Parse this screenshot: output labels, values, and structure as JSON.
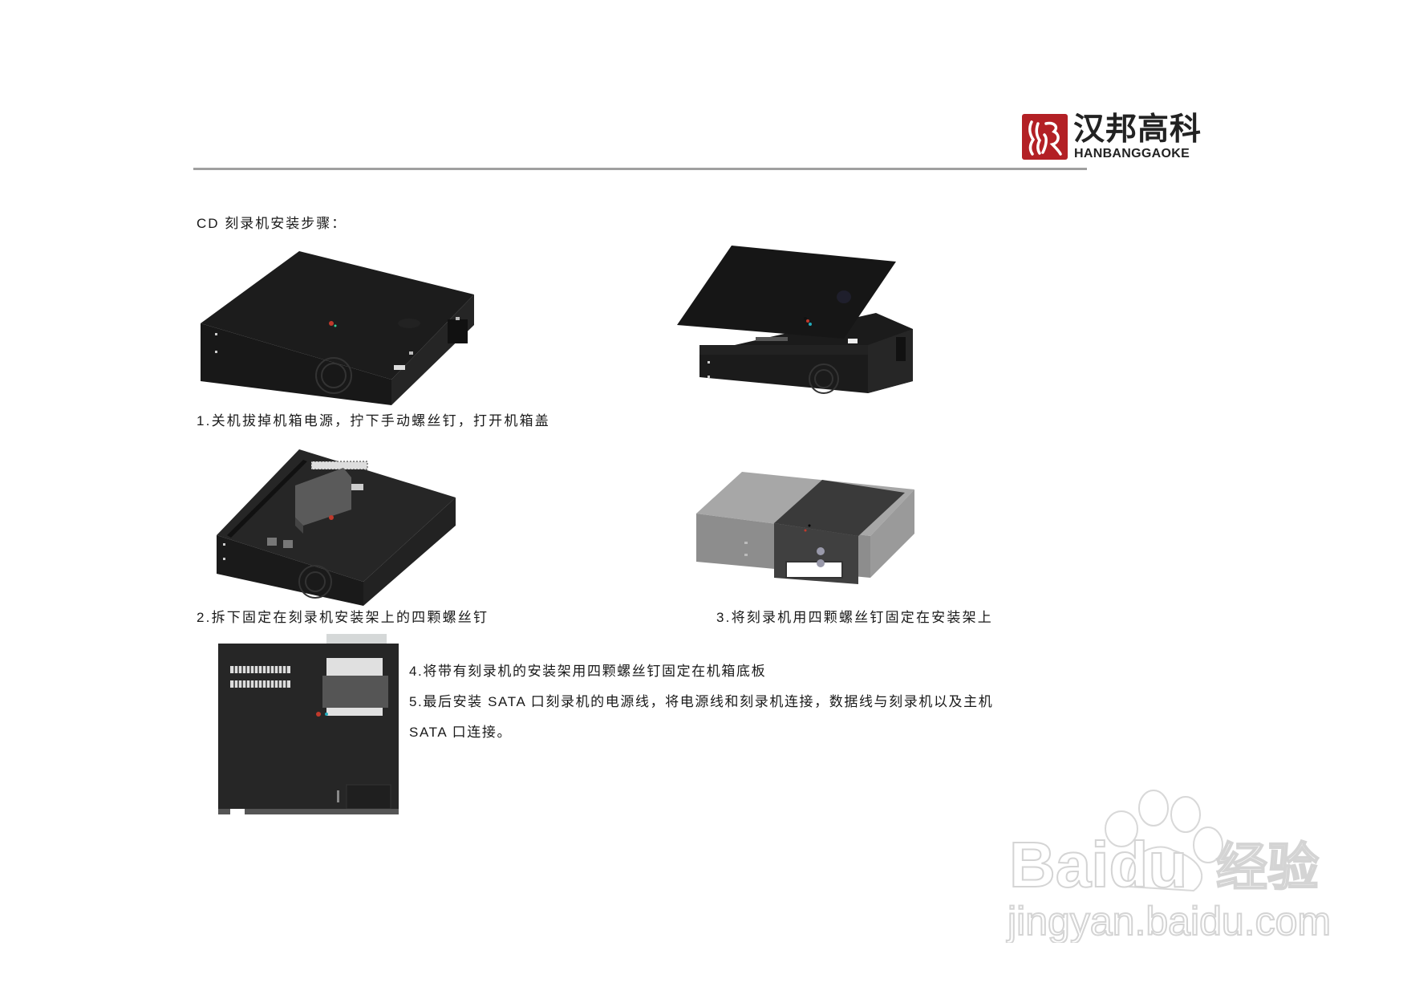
{
  "header": {
    "brand_cn": "汉邦高科",
    "brand_en": "HANBANGGAOKE",
    "logo_color": "#b32025",
    "rule_color": "#a0a0a0"
  },
  "document": {
    "title": "CD 刻录机安装步骤：",
    "steps": [
      {
        "label": "1.关机拔掉机箱电源，拧下手动螺丝钉，打开机箱盖"
      },
      {
        "label": "2.拆下固定在刻录机安装架上的四颗螺丝钉"
      },
      {
        "label": "3.将刻录机用四颗螺丝钉固定在安装架上"
      },
      {
        "label": "4.将带有刻录机的安装架用四颗螺丝钉固定在机箱底板"
      },
      {
        "label_line1": "5.最后安装  SATA  口刻录机的电源线，将电源线和刻录机连接，数据线与刻录机以及主机",
        "label_line2": "SATA 口连接。"
      }
    ],
    "figures": [
      {
        "name": "closed-chassis",
        "alt": "closed DVR chassis"
      },
      {
        "name": "chassis-cover-lifted",
        "alt": "chassis with cover being removed"
      },
      {
        "name": "open-chassis-bracket",
        "alt": "open chassis with drive bracket"
      },
      {
        "name": "drive-in-bracket",
        "alt": "CD burner mounted in bracket"
      },
      {
        "name": "chassis-top-view",
        "alt": "top view of chassis with drive installed"
      }
    ]
  },
  "watermark": {
    "brand": "Baidu",
    "brand_cn": "经验",
    "url": "jingyan.baidu.com"
  }
}
